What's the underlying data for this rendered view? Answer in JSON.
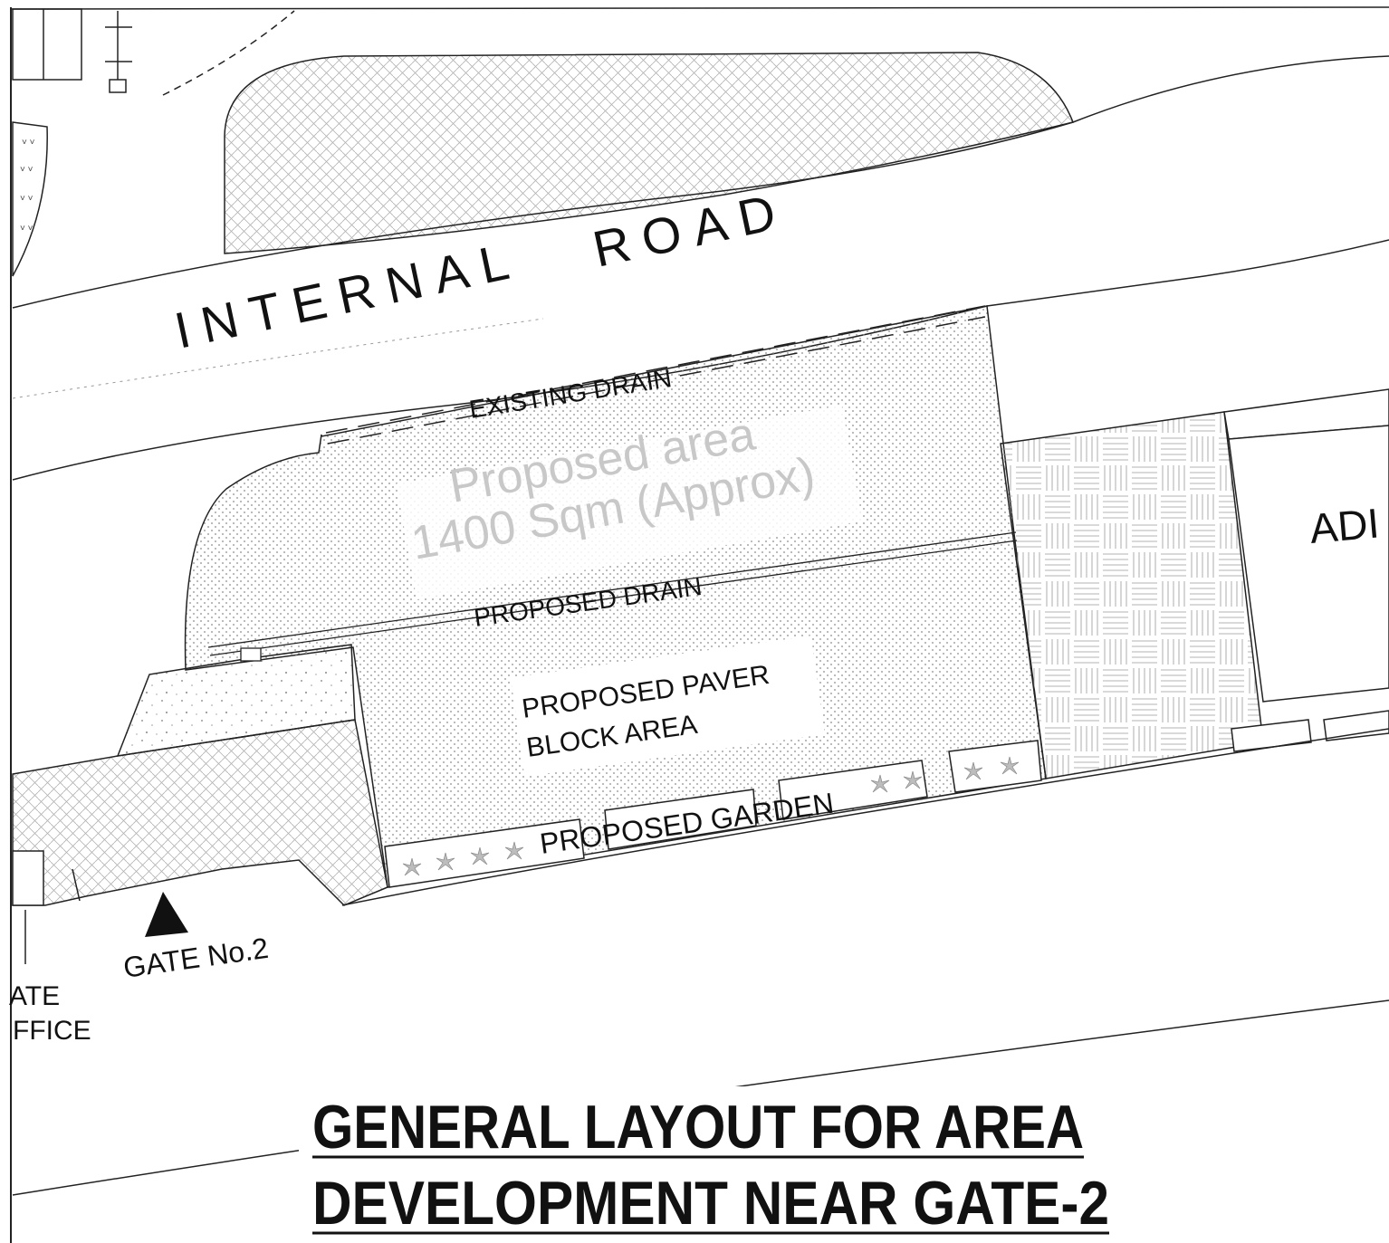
{
  "labels": {
    "internal_road_1": "INTERNAL",
    "internal_road_2": "ROAD",
    "existing_drain": "EXISTING DRAIN",
    "proposed_area_line1": "Proposed area",
    "proposed_area_line2": "1400 Sqm (Approx)",
    "proposed_drain": "PROPOSED DRAIN",
    "paver_line1": "PROPOSED  PAVER",
    "paver_line2": "BLOCK AREA",
    "proposed_garden": "PROPOSED  GARDEN",
    "admin_partial": "ADI",
    "gate_no": "GATE No.2",
    "gate_office_1": "ATE",
    "gate_office_2": "FFICE"
  },
  "title": {
    "line1": "GENERAL LAYOUT FOR AREA",
    "line2": "DEVELOPMENT NEAR GATE-2"
  },
  "colors": {
    "line": "#222222",
    "watermark_text": "#c8c8c8",
    "hatch": "#9a9a9a"
  }
}
